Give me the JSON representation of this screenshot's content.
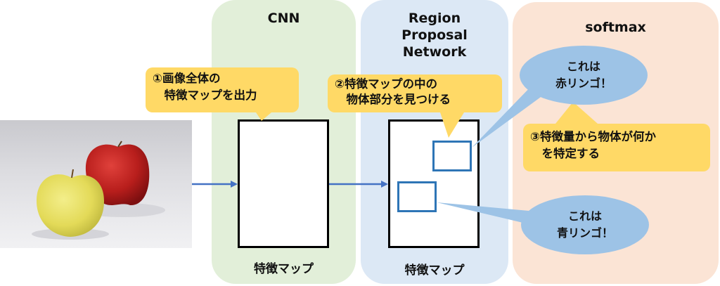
{
  "panels": {
    "cnn": {
      "title": "CNN",
      "feature_map_label": "特徴マップ",
      "color": "#e2efd9"
    },
    "rpn": {
      "title_lines": [
        "Region",
        "Proposal",
        "Network"
      ],
      "feature_map_label": "特徴マップ",
      "color": "#dce8f5"
    },
    "softmax": {
      "title": "softmax",
      "color": "#fbe4d5"
    }
  },
  "input_image": {
    "description": "yellow apple and red apple on white cloth"
  },
  "callouts": [
    {
      "id": "step1",
      "lines": [
        "①画像全体の",
        "　特徴マップを出力"
      ],
      "color": "#ffd966"
    },
    {
      "id": "step2",
      "lines": [
        "②特徴マップの中の",
        "　物体部分を見つける"
      ],
      "color": "#ffd966"
    },
    {
      "id": "step3",
      "lines": [
        "③特徴量から物体が何か",
        "　を特定する"
      ],
      "color": "#ffd966"
    }
  ],
  "speech_bubbles": [
    {
      "id": "red-apple",
      "lines": [
        "これは",
        "赤リンゴ！"
      ],
      "color": "#9dc3e6"
    },
    {
      "id": "green-apple",
      "lines": [
        "これは",
        "青リンゴ！"
      ],
      "color": "#9dc3e6"
    }
  ],
  "colors": {
    "arrow": "#4472c4",
    "roi_border": "#2e75b6"
  }
}
